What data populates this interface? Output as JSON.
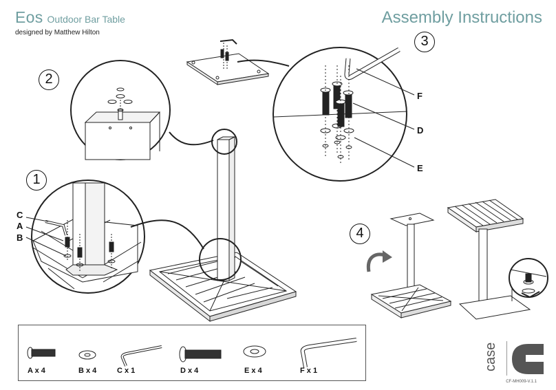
{
  "header": {
    "brand": "Eos",
    "product": "Outdoor Bar Table",
    "designer": "designed by Matthew Hilton",
    "title": "Assembly Instructions"
  },
  "steps": [
    "1",
    "2",
    "3",
    "4"
  ],
  "callouts": {
    "c": "C",
    "a": "A",
    "b": "B",
    "f": "F",
    "d": "D",
    "e": "E"
  },
  "parts": [
    {
      "label": "A x 4",
      "icon": "countersunk-bolt-short-icon"
    },
    {
      "label": "B x 4",
      "icon": "washer-small-icon"
    },
    {
      "label": "C x 1",
      "icon": "hex-key-small-icon"
    },
    {
      "label": "D x 4",
      "icon": "countersunk-bolt-long-icon"
    },
    {
      "label": "E x 4",
      "icon": "washer-large-icon"
    },
    {
      "label": "F x 1",
      "icon": "hex-key-large-icon"
    }
  ],
  "logo": {
    "text": "case",
    "color": "#555555"
  },
  "doc_code": "CF-MH009-V.1.1",
  "colors": {
    "accent": "#6f9ea0",
    "line": "#111111"
  }
}
